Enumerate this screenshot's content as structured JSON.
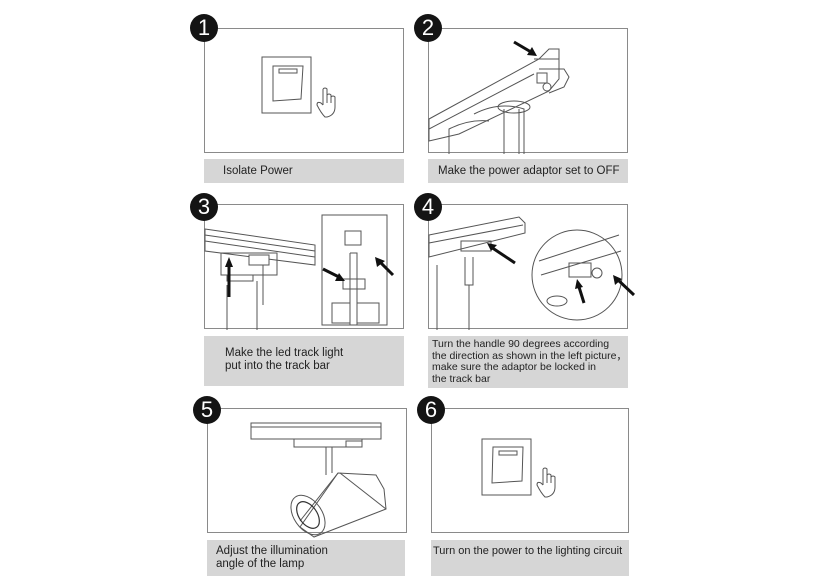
{
  "steps": [
    {
      "number": "1",
      "caption_lines": [
        "Isolate Power"
      ],
      "illustration": "wall-switch-with-hand"
    },
    {
      "number": "2",
      "caption_lines": [
        "Make the power adaptor set to OFF"
      ],
      "illustration": "track-adaptor-switch"
    },
    {
      "number": "3",
      "caption_lines": [
        "Make the led track light",
        "put into the track bar"
      ],
      "illustration": "insert-light-into-track"
    },
    {
      "number": "4",
      "caption_lines": [
        "Turn the handle 90 degrees according",
        "the direction as shown in the left picture，",
        "make sure the adaptor be locked in",
        "the track bar"
      ],
      "illustration": "rotate-handle-lock"
    },
    {
      "number": "5",
      "caption_lines": [
        "Adjust the illumination",
        "angle of the lamp"
      ],
      "illustration": "track-spotlight"
    },
    {
      "number": "6",
      "caption_lines": [
        "Turn on the power to the lighting circuit"
      ],
      "illustration": "wall-switch-with-hand"
    }
  ],
  "colors": {
    "caption_bg": "#d6d6d6",
    "frame_border": "#8a8a8a",
    "badge_bg": "#141414"
  }
}
